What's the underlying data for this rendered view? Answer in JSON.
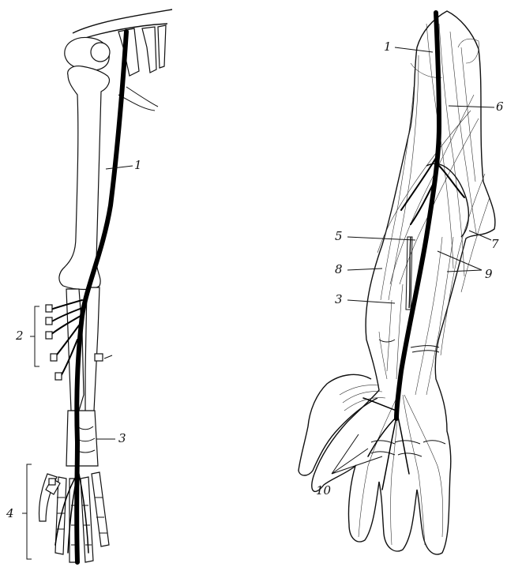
{
  "figure": {
    "left_labels": {
      "label_1": "1",
      "label_2": "2",
      "label_3": "3",
      "label_4": "4"
    },
    "right_labels": {
      "label_1": "1",
      "label_6": "6",
      "label_5": "5",
      "label_7": "7",
      "label_8": "8",
      "label_9": "9",
      "label_3": "3",
      "label_10": "10"
    }
  }
}
